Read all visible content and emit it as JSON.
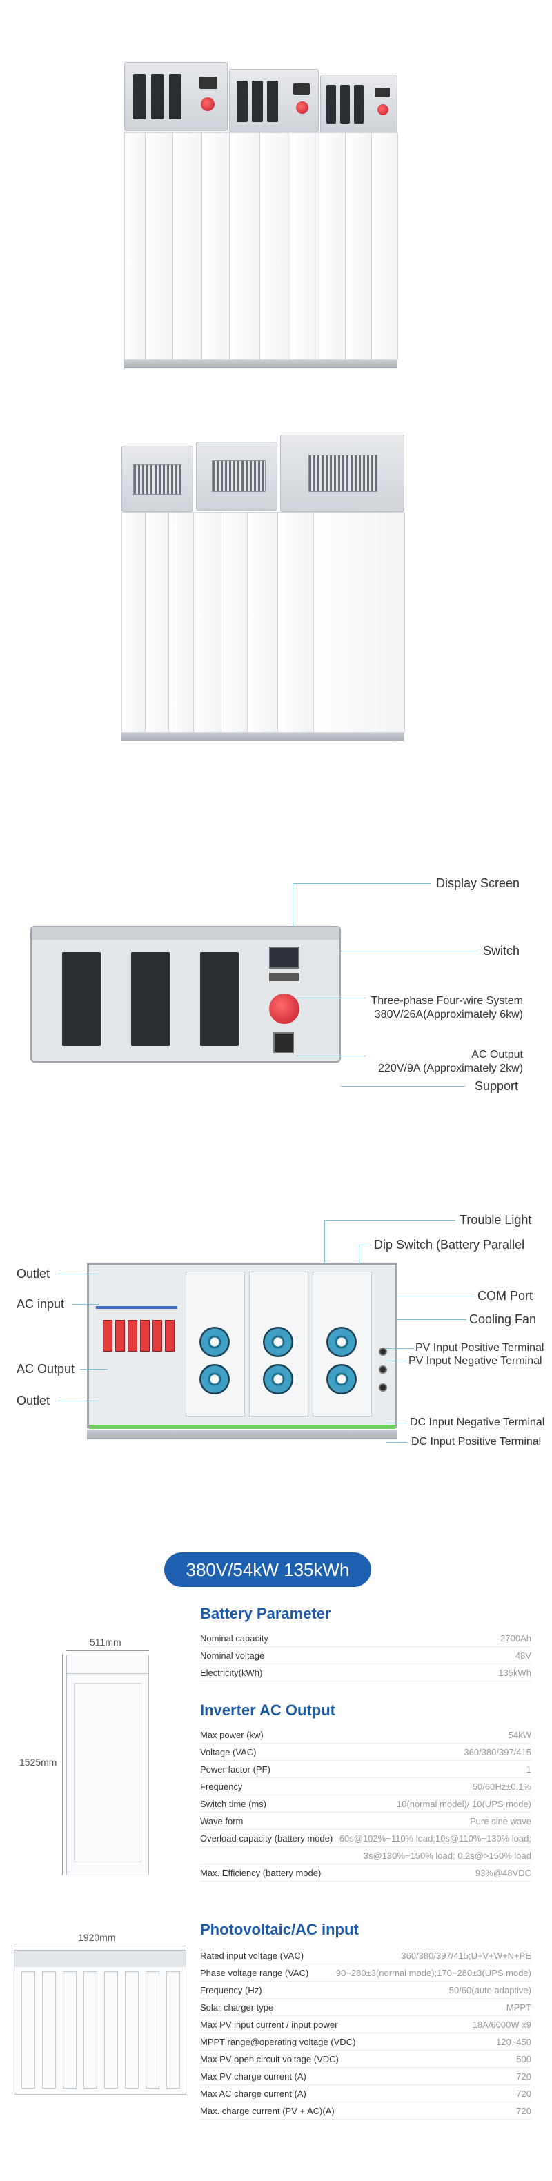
{
  "diagram": {
    "labels": {
      "display_screen": "Display Screen",
      "switch": "Switch",
      "three_phase_1": "Three-phase Four-wire System",
      "three_phase_2": "380V/26A(Approximately 6kw)",
      "ac_output_1": "AC Output",
      "ac_output_2": "220V/9A (Approximately 2kw)",
      "support": "Support"
    },
    "interior_labels": {
      "trouble_light": "Trouble Light",
      "dip_switch": "Dip Switch (Battery Parallel",
      "outlet_top": "Outlet",
      "ac_input": "AC input",
      "com_port": "COM Port",
      "cooling_fan": "Cooling Fan",
      "pv_pos": "PV Input Positive Terminal",
      "pv_neg": "PV Input Negative  Terminal",
      "ac_output": "AC Output",
      "outlet_bottom": "Outlet",
      "dc_neg": "DC Input Negative  Terminal",
      "dc_pos": "DC Input Positive  Terminal"
    }
  },
  "model_badge": "380V/54kW 135kWh",
  "dimensions": {
    "width": "511mm",
    "height": "1525mm",
    "length": "1920mm"
  },
  "battery": {
    "title": "Battery Parameter",
    "rows": [
      {
        "k": "Nominal capacity",
        "v": "2700Ah"
      },
      {
        "k": "Nominal voltage",
        "v": "48V"
      },
      {
        "k": "Electricity(kWh)",
        "v": "135kWh"
      }
    ]
  },
  "inverter": {
    "title": "Inverter AC Output",
    "rows": [
      {
        "k": "Max power (kw)",
        "v": "54kW"
      },
      {
        "k": "Voltage (VAC)",
        "v": "360/380/397/415"
      },
      {
        "k": "Power factor (PF)",
        "v": "1"
      },
      {
        "k": "Frequency",
        "v": "50/60Hz±0.1%"
      },
      {
        "k": "Switch time (ms)",
        "v": "10(normal model)/ 10(UPS mode)"
      },
      {
        "k": "Wave form",
        "v": "Pure sine wave"
      },
      {
        "k": "Overload capacity (battery mode)",
        "v": "60s@102%~110% load;10s@110%~130% load;"
      },
      {
        "k": "",
        "v": "3s@130%~150% load; 0.2s@>150% load"
      },
      {
        "k": "Max. Efficiency (battery mode)",
        "v": "93%@48VDC"
      }
    ]
  },
  "pv": {
    "title": "Photovoltaic/AC input",
    "rows": [
      {
        "k": "Rated input voltage (VAC)",
        "v": "360/380/397/415;U+V+W+N+PE"
      },
      {
        "k": "Phase voltage range (VAC)",
        "v": "90~280±3(normal mode);170~280±3(UPS mode)"
      },
      {
        "k": "Frequency (Hz)",
        "v": "50/60(auto adaptive)"
      },
      {
        "k": "Solar charger type",
        "v": "MPPT"
      },
      {
        "k": "Max PV input current / input power",
        "v": "18A/6000W x9"
      },
      {
        "k": "MPPT range@operating voltage (VDC)",
        "v": "120~450"
      },
      {
        "k": "Max PV open circuit voltage (VDC)",
        "v": "500"
      },
      {
        "k": "Max PV charge current (A)",
        "v": "720"
      },
      {
        "k": "Max AC charge current (A)",
        "v": "720"
      },
      {
        "k": "Max. charge current (PV + AC)(A)",
        "v": "720"
      }
    ]
  }
}
